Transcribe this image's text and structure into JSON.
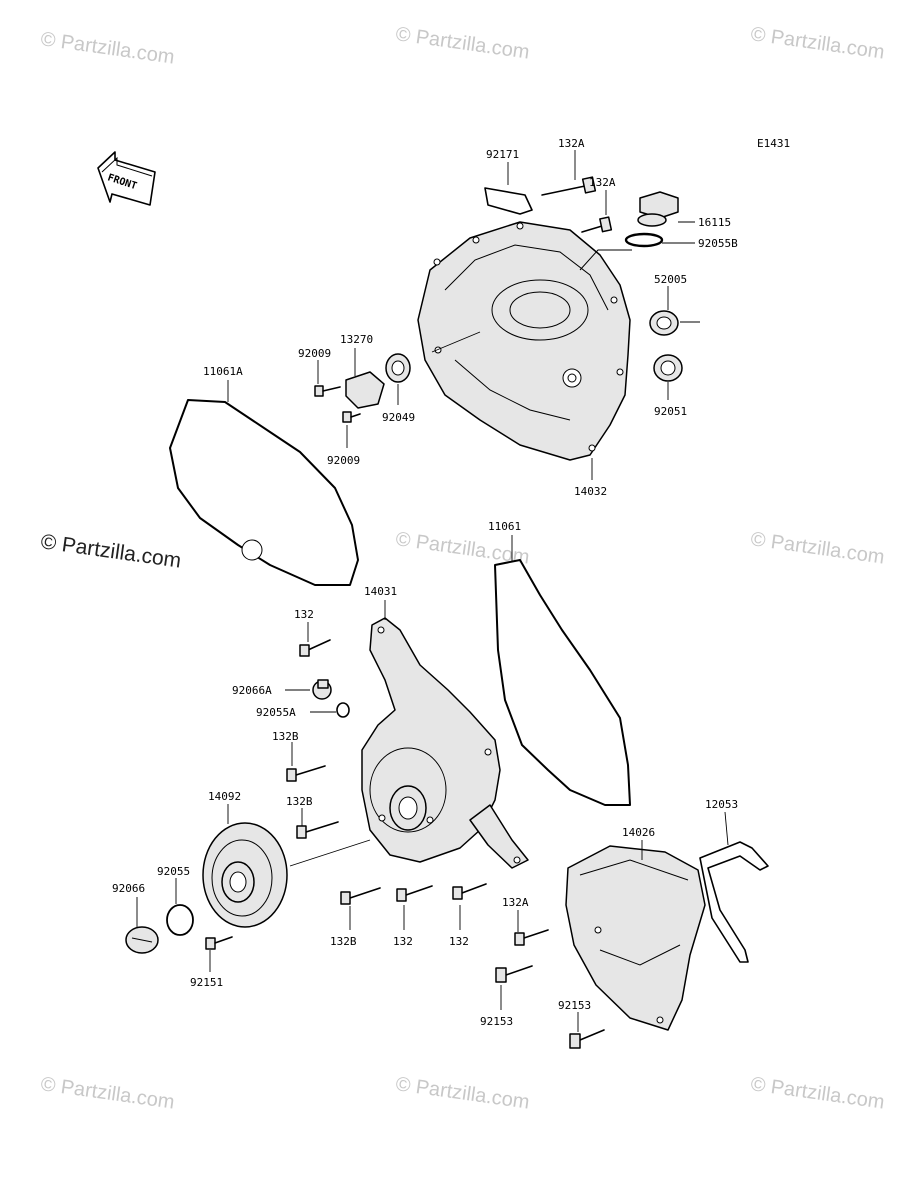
{
  "diagram_code": "E1431",
  "front_label": "FRONT",
  "watermark": "© Partzilla.com",
  "callouts": [
    {
      "id": "92171",
      "text": "92171"
    },
    {
      "id": "132A_a",
      "text": "132A"
    },
    {
      "id": "132A_b",
      "text": "132A"
    },
    {
      "id": "16115",
      "text": "16115"
    },
    {
      "id": "92055B",
      "text": "92055B"
    },
    {
      "id": "52005",
      "text": "52005"
    },
    {
      "id": "92051",
      "text": "92051"
    },
    {
      "id": "14032",
      "text": "14032"
    },
    {
      "id": "13270",
      "text": "13270"
    },
    {
      "id": "92009_a",
      "text": "92009"
    },
    {
      "id": "92009_b",
      "text": "92009"
    },
    {
      "id": "92049",
      "text": "92049"
    },
    {
      "id": "11061A",
      "text": "11061A"
    },
    {
      "id": "11061",
      "text": "11061"
    },
    {
      "id": "14031",
      "text": "14031"
    },
    {
      "id": "132_a",
      "text": "132"
    },
    {
      "id": "92066A",
      "text": "92066A"
    },
    {
      "id": "92055A",
      "text": "92055A"
    },
    {
      "id": "132B_a",
      "text": "132B"
    },
    {
      "id": "132B_b",
      "text": "132B"
    },
    {
      "id": "132B_c",
      "text": "132B"
    },
    {
      "id": "132_b",
      "text": "132"
    },
    {
      "id": "132_c",
      "text": "132"
    },
    {
      "id": "14092",
      "text": "14092"
    },
    {
      "id": "92055",
      "text": "92055"
    },
    {
      "id": "92066",
      "text": "92066"
    },
    {
      "id": "92151",
      "text": "92151"
    },
    {
      "id": "14026",
      "text": "14026"
    },
    {
      "id": "12053",
      "text": "12053"
    },
    {
      "id": "132A_c",
      "text": "132A"
    },
    {
      "id": "92153_a",
      "text": "92153"
    },
    {
      "id": "92153_b",
      "text": "92153"
    }
  ]
}
